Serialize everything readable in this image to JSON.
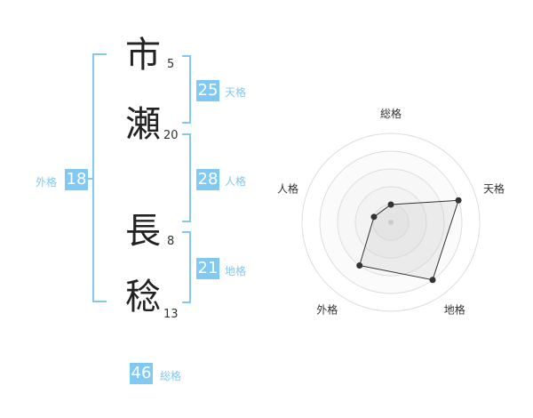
{
  "name": {
    "chars": [
      {
        "char": "市",
        "strokes": "5"
      },
      {
        "char": "瀬",
        "strokes": "20"
      },
      {
        "char": "長",
        "strokes": "8"
      },
      {
        "char": "稔",
        "strokes": "13"
      }
    ]
  },
  "fortunes": {
    "tenkaku": {
      "value": "25",
      "label": "天格"
    },
    "jinkaku": {
      "value": "28",
      "label": "人格"
    },
    "chikaku": {
      "value": "21",
      "label": "地格"
    },
    "gaikaku": {
      "value": "18",
      "label": "外格"
    },
    "soukaku": {
      "value": "46",
      "label": "総格"
    }
  },
  "colors": {
    "accent": "#7fc9f3",
    "text": "#222222"
  },
  "chart_data": {
    "type": "radar",
    "axes": [
      "総格",
      "天格",
      "地格",
      "外格",
      "人格"
    ],
    "values": [
      1,
      4,
      4,
      3,
      1
    ],
    "max": 5,
    "rings": 5
  }
}
